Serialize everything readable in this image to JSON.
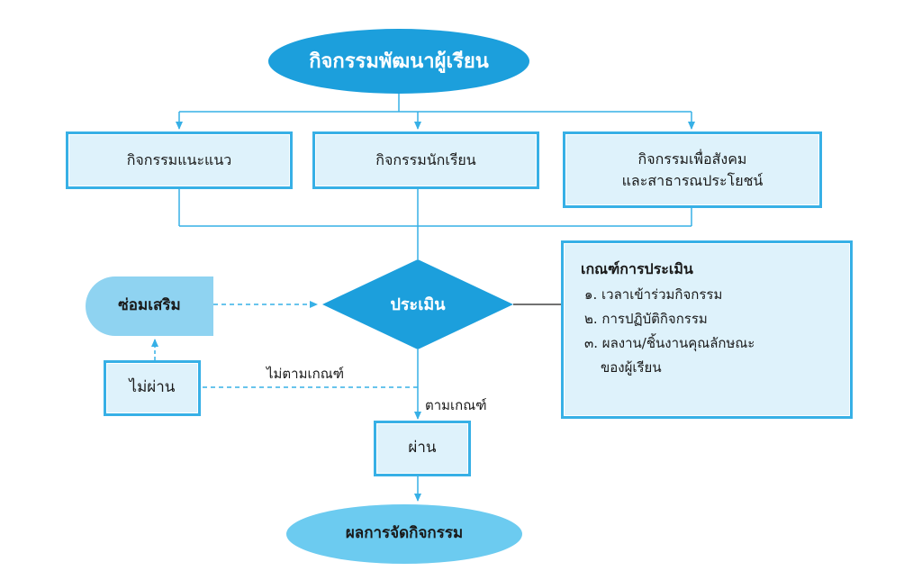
{
  "diagram": {
    "title": "กิจกรรมพัฒนาผู้เรียน",
    "activities": [
      {
        "lines": [
          "กิจกรรมแนะแนว"
        ]
      },
      {
        "lines": [
          "กิจกรรมนักเรียน"
        ]
      },
      {
        "lines": [
          "กิจกรรมเพื่อสังคม",
          "และสาธารณประโยชน์"
        ]
      }
    ],
    "assess": "ประเมิน",
    "criteria": {
      "heading": "เกณฑ์การประเมิน",
      "items": [
        "๑. เวลาเข้าร่วมกิจกรรม",
        "๒. การปฏิบัติกิจกรรม",
        "๓. ผลงาน/ชิ้นงานคุณลักษณะ"
      ],
      "item3_cont": "ของผู้เรียน"
    },
    "repair": "ซ่อมเสริม",
    "fail": "ไม่ผ่าน",
    "fail_edge_label": "ไม่ตามเกณฑ์",
    "pass_edge_label": "ตามเกณฑ์",
    "pass": "ผ่าน",
    "result": "ผลการจัดกิจกรรม",
    "colors": {
      "primary": "#1c9fdc",
      "light": "#6ccbf0",
      "box_fill": "#def2fb",
      "box_border": "#37b0e6",
      "line": "#37b0e6"
    }
  }
}
